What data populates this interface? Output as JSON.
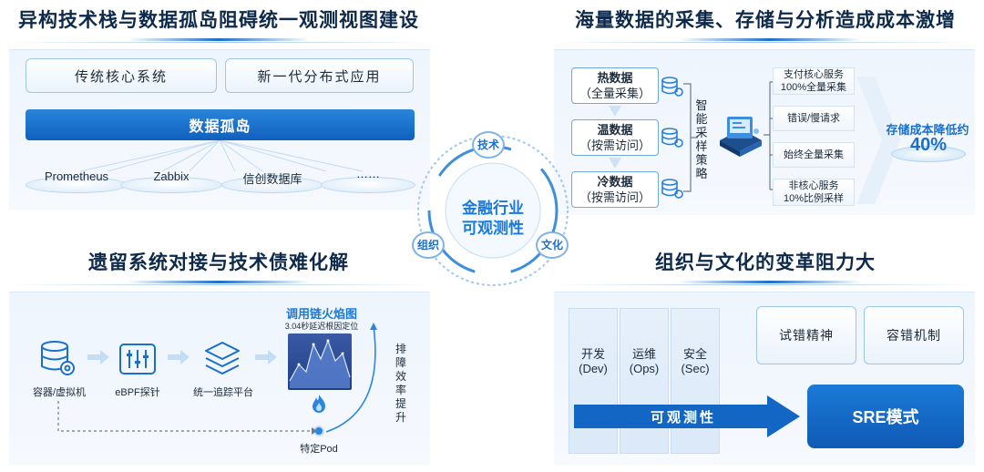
{
  "top_left": {
    "title": "异构技术栈与数据孤岛阻碍统一观测视图建设",
    "box_legacy": "传统核心系统",
    "box_distributed": "新一代分布式应用",
    "island_bar": "数据孤岛",
    "discs": [
      "Prometheus",
      "Zabbix",
      "信创数据库",
      "……"
    ]
  },
  "top_right": {
    "title": "海量数据的采集、存储与分析造成成本激增",
    "data_boxes": [
      {
        "name": "热数据",
        "sub": "（全量采集）"
      },
      {
        "name": "温数据",
        "sub": "（按需访问）"
      },
      {
        "name": "冷数据",
        "sub": "（按需访问）"
      }
    ],
    "strategy_label": [
      "智",
      "能",
      "采",
      "样",
      "策",
      "略"
    ],
    "strategy_cards": [
      {
        "line1": "支付核心服务",
        "line2": "100%全量采集"
      },
      {
        "line1": "错误/慢请求",
        "line2": ""
      },
      {
        "line1": "始终全量采集",
        "line2": ""
      },
      {
        "line1": "非核心服务",
        "line2": "10%比例采样"
      }
    ],
    "cost_label": "存储成本降低约",
    "cost_value": "40%"
  },
  "center": {
    "core_line1": "金融行业",
    "core_line2": "可观测性",
    "node_tech": "技术",
    "node_org": "组织",
    "node_culture": "文化"
  },
  "bottom_left": {
    "title": "遗留系统对接与技术债难化解",
    "items": [
      "容器/虚拟机",
      "eBPF探针",
      "统一追踪平台"
    ],
    "flame_title": "调用链火焰图",
    "flame_sub": "3.04秒延迟根因定位",
    "pod_label": "特定Pod",
    "efficiency_label": [
      "排",
      "障",
      "效",
      "率",
      "提",
      "升"
    ]
  },
  "bottom_right": {
    "title": "组织与文化的变革阻力大",
    "columns": [
      {
        "line1": "开发",
        "line2": "(Dev)"
      },
      {
        "line1": "运维",
        "line2": "(Ops)"
      },
      {
        "line1": "安全",
        "line2": "(Sec)"
      }
    ],
    "arrow_label": "可观测性",
    "spirit_1": "试错精神",
    "spirit_2": "容错机制",
    "sre_label": "SRE模式"
  },
  "colors": {
    "primary_blue": "#1b6fcb",
    "dark_navy": "#0e2a4a",
    "light_panel": "#eef5fd"
  }
}
